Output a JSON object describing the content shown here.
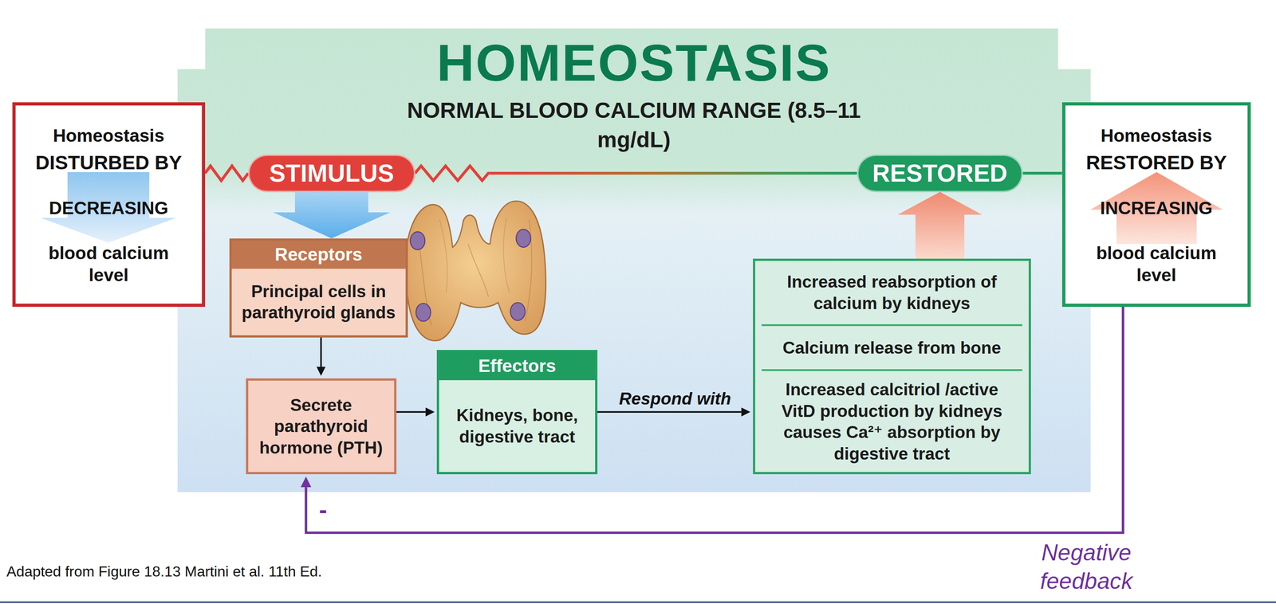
{
  "diagram": {
    "caption": "Adapted from Figure 18.13 Martini et al. 11th Ed.",
    "nodes": [
      {
        "text": [
          "HOMEOSTASIS",
          "NORMAL BLOOD CALCIUM RANGE (8.5–11 mg/dL)"
        ]
      },
      {
        "text": [
          "Homeostasis",
          "DISTURBED BY",
          "DECREASING",
          "blood calcium level"
        ]
      },
      {
        "text": [
          "STIMULUS"
        ],
        "in": 0
      },
      {
        "text": [
          "Receptors",
          "Principal cells in parathyroid glands"
        ],
        "in": 0
      },
      {
        "text": [
          "Secrete parathyroid hormone (PTH)"
        ],
        "in": 0
      },
      {
        "text": [
          "Effectors",
          "Kidneys, bone, digestive tract"
        ],
        "in": 0
      },
      {
        "text": [
          "Increased reabsorption of calcium by kidneys",
          "Calcium release from bone",
          "Increased calcitriol /active VitD production by kidneys causes Ca²⁺ absorption by digestive tract"
        ],
        "in": 0
      },
      {
        "text": [
          "RESTORED"
        ],
        "in": 0
      },
      {
        "text": [
          "Homeostasis",
          "RESTORED BY",
          "INCREASING",
          "blood calcium level"
        ]
      }
    ],
    "edges": [
      {
        "from": 1,
        "to": 2,
        "arrow": "none"
      },
      {
        "from": 2,
        "to": 7,
        "arrow": "none"
      },
      {
        "from": 7,
        "to": 8,
        "arrow": "none"
      },
      {
        "from": 2,
        "to": 3,
        "arrow": "to"
      },
      {
        "from": 3,
        "to": 4,
        "arrow": "to"
      },
      {
        "from": 4,
        "to": 5,
        "arrow": "to"
      },
      {
        "from": 5,
        "to": 6,
        "label": "Respond with",
        "arrow": "to"
      },
      {
        "from": 6,
        "to": 7,
        "arrow": "to"
      },
      {
        "from": 8,
        "to": 4,
        "label": "Negative feedback",
        "arrow": "to"
      }
    ],
    "labels": [
      "-"
    ]
  }
}
